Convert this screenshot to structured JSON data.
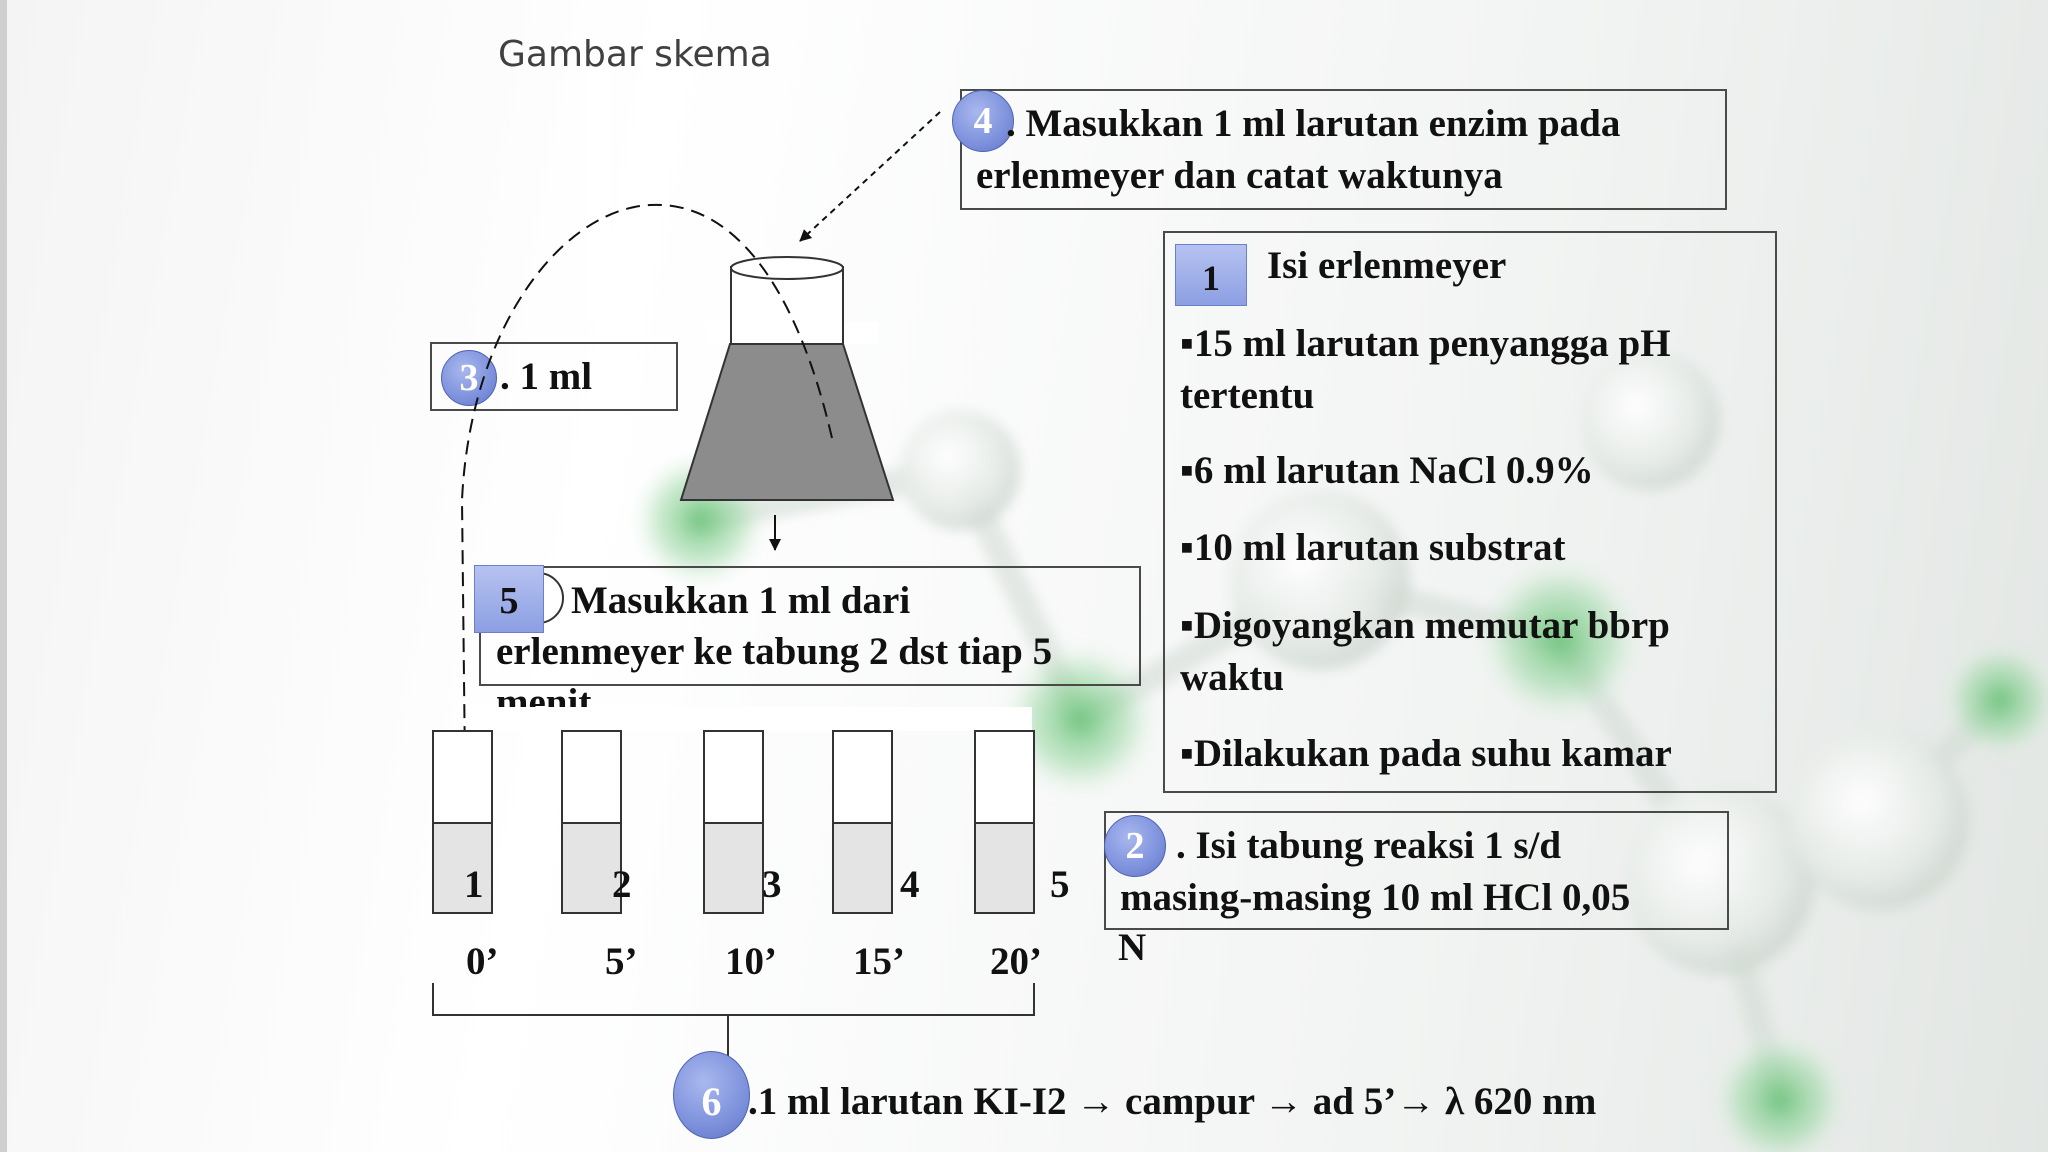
{
  "slide": {
    "title": "Gambar skema"
  },
  "step4": {
    "number": "4",
    "line1": ". Masukkan 1 ml larutan enzim pada",
    "line2": "erlenmeyer dan catat waktunya"
  },
  "step1": {
    "number": "1",
    "heading": "Isi erlenmeyer",
    "items": [
      "▪15 ml larutan penyangga pH",
      "tertentu",
      "▪6 ml larutan NaCl 0.9%",
      "▪10 ml larutan substrat",
      "▪Digoyangkan memutar bbrp",
      "waktu",
      "▪Dilakukan pada  suhu kamar"
    ]
  },
  "step3": {
    "number": "3",
    "label": ". 1 ml"
  },
  "step5": {
    "number": "5",
    "line1": "Masukkan 1 ml dari",
    "line2": "erlenmeyer ke tabung 2 dst tiap 5",
    "line3": "menit"
  },
  "step2": {
    "number": "2",
    "line1": ". Isi  tabung reaksi 1 s/d",
    "line2": "masing-masing 10 ml HCl 0,05",
    "line3": "N"
  },
  "tubes": {
    "numbers": [
      "1",
      "2",
      "3",
      "4",
      "5"
    ],
    "times": [
      "0’",
      "5’",
      "10’",
      "15’",
      "20’"
    ]
  },
  "step6": {
    "number": "6",
    "text": ".1 ml larutan KI-I2 → campur → ad 5’→ λ 620 nm"
  },
  "colors": {
    "badge": "#7d91dc",
    "liquid": "#8c8c8c",
    "border": "#4a4a4a"
  }
}
